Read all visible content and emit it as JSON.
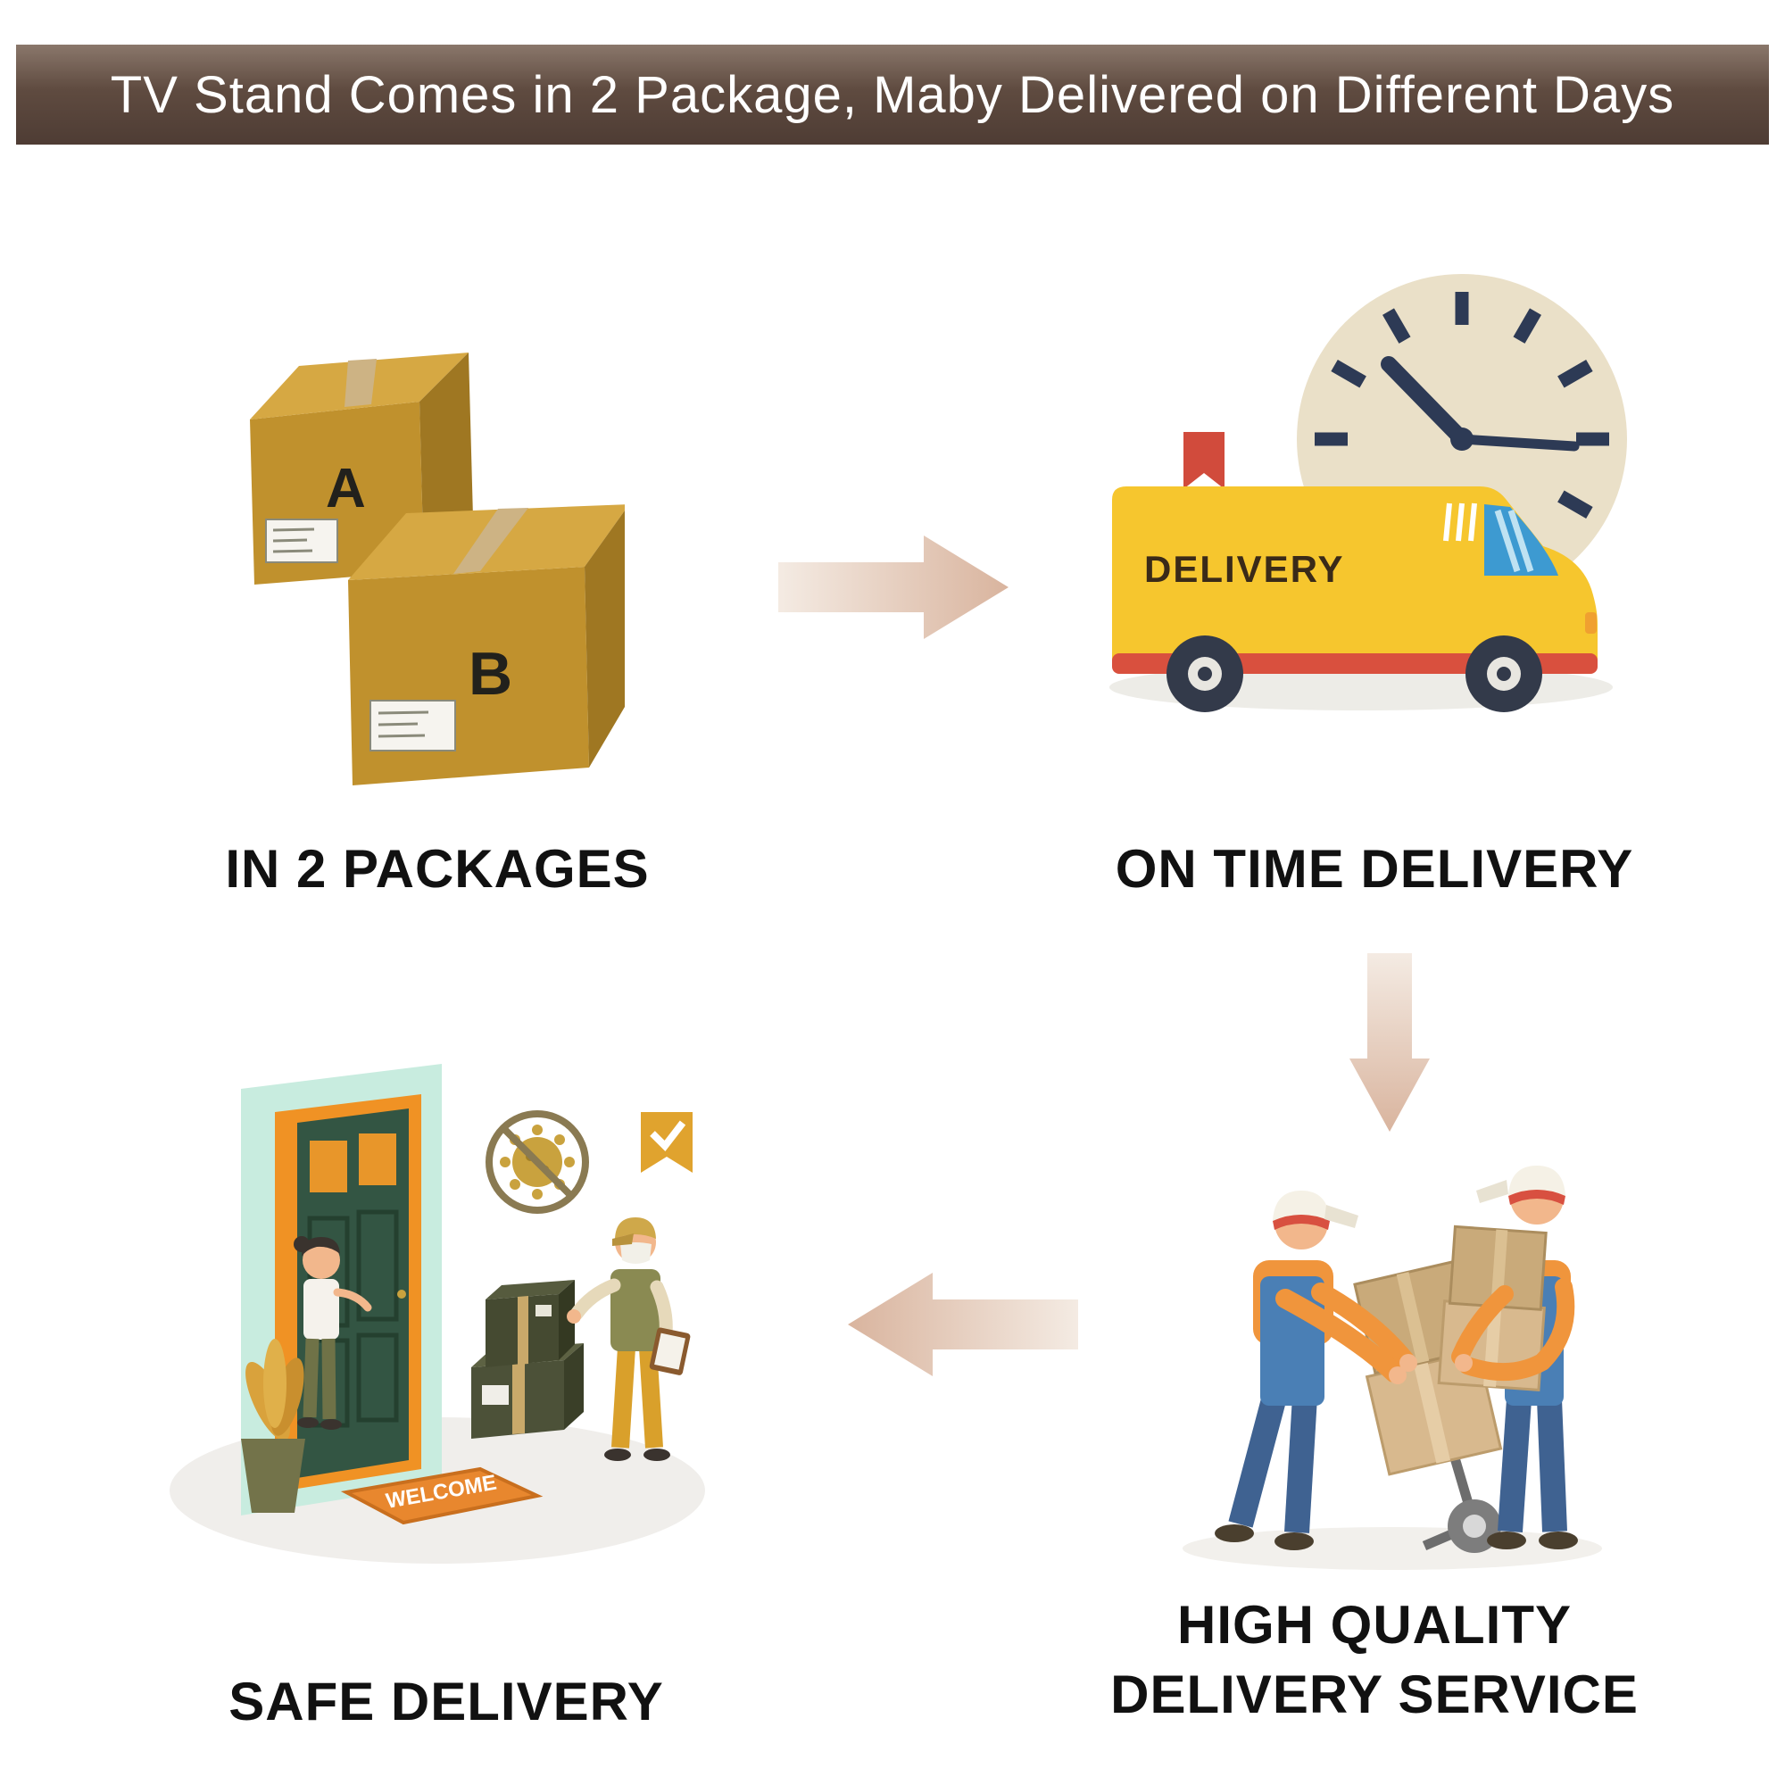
{
  "header": {
    "title": "TV Stand Comes in 2 Package, Maby Delivered on Different Days"
  },
  "steps": {
    "packages": {
      "caption": "IN 2 PACKAGES",
      "box_a_label": "A",
      "box_b_label": "B"
    },
    "on_time": {
      "caption": "ON TIME DELIVERY",
      "van_label": "DELIVERY"
    },
    "quality": {
      "caption_line1": "HIGH QUALITY",
      "caption_line2": "DELIVERY SERVICE"
    },
    "safe": {
      "caption": "SAFE DELIVERY",
      "doormat_text": "WELCOME"
    }
  },
  "colors": {
    "header_bg": "#5f4b40",
    "box_cardboard": "#c0912d",
    "van_yellow": "#f6c62e",
    "van_red": "#d9503e",
    "clock_face": "#eae0c8",
    "clock_hands": "#2d3a55",
    "arrow_tan": "#d9b49e",
    "overall_blue": "#4a7fb5",
    "shirt_orange": "#f0953c",
    "door_green": "#335543",
    "wall_orange": "#f09224",
    "frame_mint": "#c8ecdf",
    "mat_orange": "#e8872e",
    "caption_text": "#111111"
  }
}
